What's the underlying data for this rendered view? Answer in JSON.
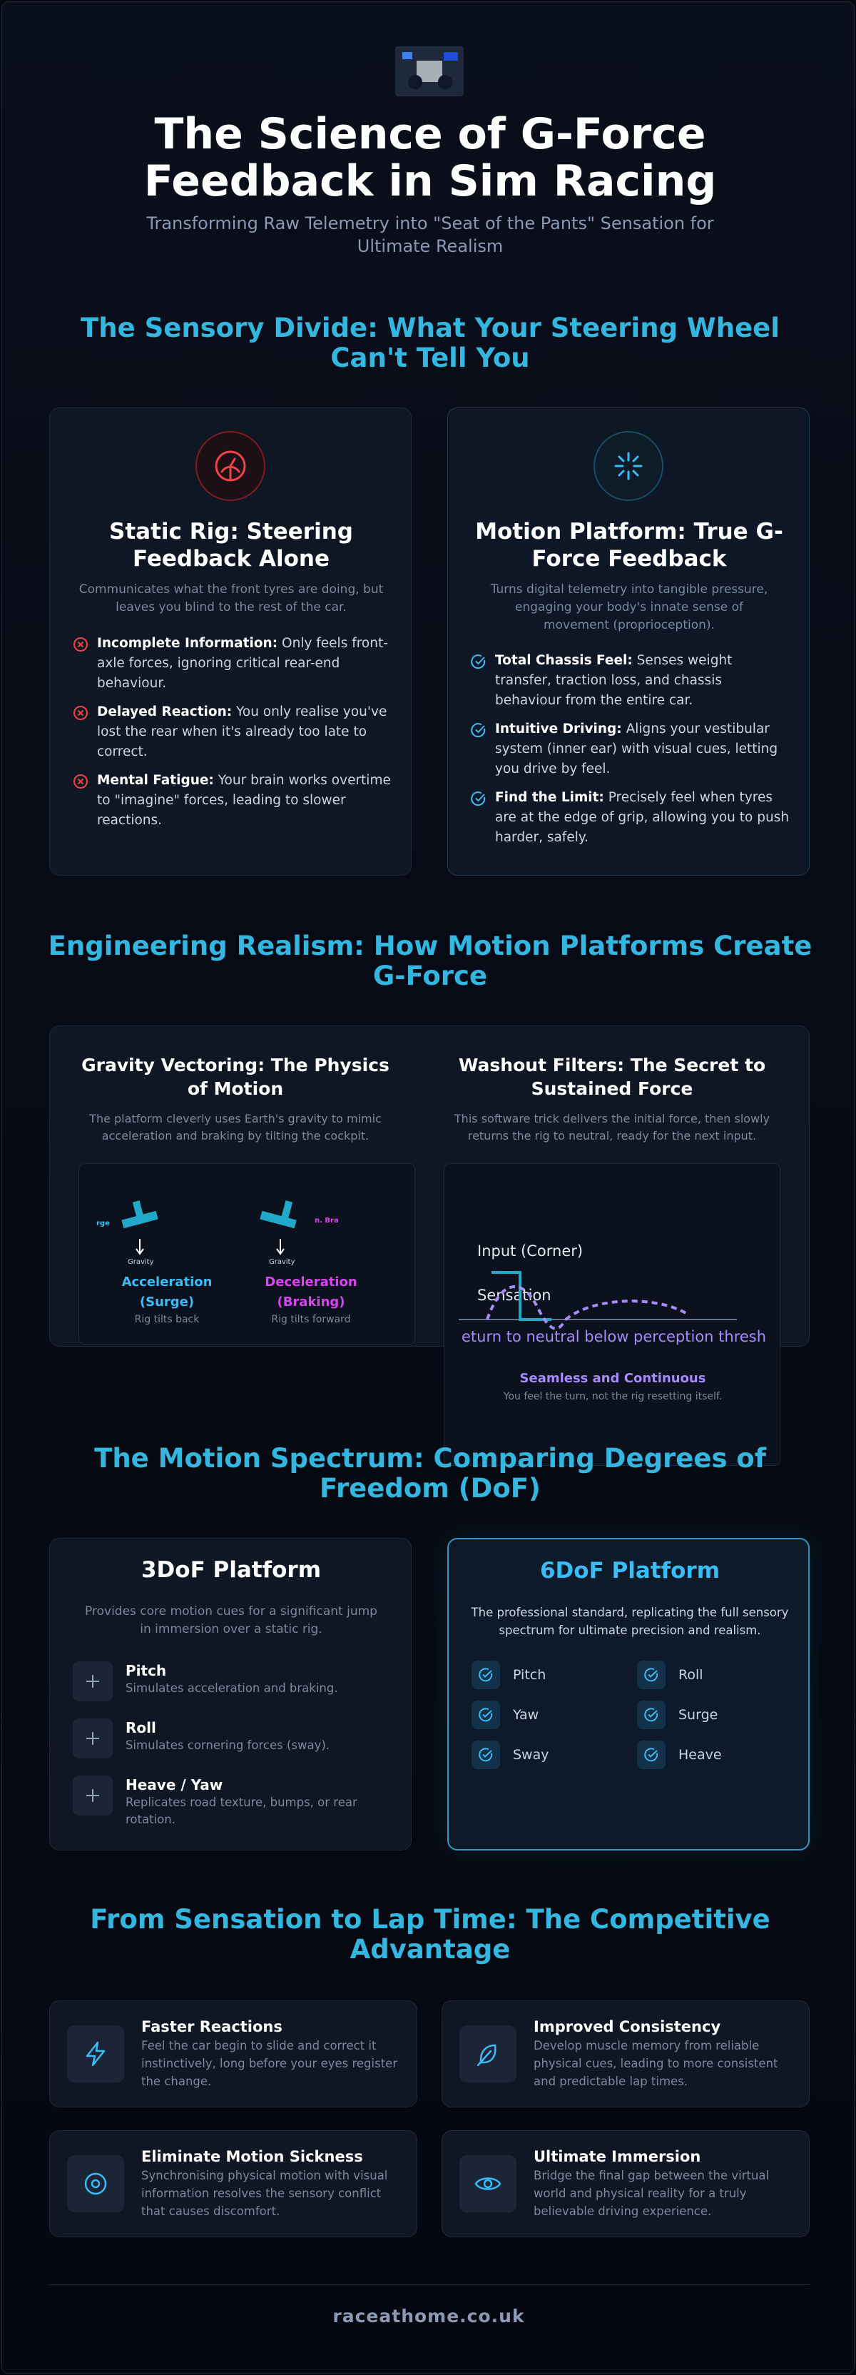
{
  "header": {
    "title": "The Science of G-Force Feedback in Sim Racing",
    "subtitle": "Transforming Raw Telemetry into \"Seat of the Pants\" Sensation for Ultimate Realism"
  },
  "sensory": {
    "title": "The Sensory Divide: What Your Steering Wheel Can't Tell You",
    "static": {
      "title": "Static Rig: Steering Feedback Alone",
      "desc": "Communicates what the front tyres are doing, but leaves you blind to the rest of the car.",
      "bullets": [
        {
          "label": "Incomplete Information:",
          "text": " Only feels front-axle forces, ignoring critical rear-end behaviour."
        },
        {
          "label": "Delayed Reaction:",
          "text": " You only realise you've lost the rear when it's already too late to correct."
        },
        {
          "label": "Mental Fatigue:",
          "text": " Your brain works overtime to \"imagine\" forces, leading to slower reactions."
        }
      ]
    },
    "motion": {
      "title": "Motion Platform: True G-Force Feedback",
      "desc": "Turns digital telemetry into tangible pressure, engaging your body's innate sense of movement (proprioception).",
      "bullets": [
        {
          "label": "Total Chassis Feel:",
          "text": " Senses weight transfer, traction loss, and chassis behaviour from the entire car."
        },
        {
          "label": "Intuitive Driving:",
          "text": " Aligns your vestibular system (inner ear) with visual cues, letting you drive by feel."
        },
        {
          "label": "Find the Limit:",
          "text": " Precisely feel when tyres are at the edge of grip, allowing you to push harder, safely."
        }
      ]
    }
  },
  "engineering": {
    "title": "Engineering Realism: How Motion Platforms Create G-Force",
    "gravity": {
      "title": "Gravity Vectoring: The Physics of Motion",
      "desc": "The platform cleverly uses Earth's gravity to mimic acceleration and braking by tilting the cockpit.",
      "left_force": "rge",
      "right_force": "n. Bra",
      "gravity_label": "Gravity",
      "accel_label": "Acceleration (Surge)",
      "accel_sub": "Rig tilts back",
      "decel_label": "Deceleration (Braking)",
      "decel_sub": "Rig tilts forward"
    },
    "washout": {
      "title": "Washout Filters: The Secret to Sustained Force",
      "desc": "This software trick delivers the initial force, then slowly returns the rig to neutral, ready for the next input.",
      "input_label": "Input (Corner)",
      "sensation_label": "Sensation",
      "return_label": "eturn to neutral below perception thresh",
      "caption_title": "Seamless and Continuous",
      "caption_sub": "You feel the turn, not the rig resetting itself."
    }
  },
  "spectrum": {
    "title": "The Motion Spectrum: Comparing Degrees of Freedom (DoF)",
    "three": {
      "title": "3DoF Platform",
      "desc": "Provides core motion cues for a significant jump in immersion over a static rig.",
      "items": [
        {
          "name": "Pitch",
          "desc": "Simulates acceleration and braking."
        },
        {
          "name": "Roll",
          "desc": "Simulates cornering forces (sway)."
        },
        {
          "name": "Heave / Yaw",
          "desc": "Replicates road texture, bumps, or rear rotation."
        }
      ]
    },
    "six": {
      "title": "6DoF Platform",
      "desc": "The professional standard, replicating the full sensory spectrum for ultimate precision and realism.",
      "items": [
        "Pitch",
        "Roll",
        "Yaw",
        "Surge",
        "Sway",
        "Heave"
      ]
    }
  },
  "advantage": {
    "title": "From Sensation to Lap Time: The Competitive Advantage",
    "items": [
      {
        "icon": "lightning-icon",
        "title": "Faster Reactions",
        "desc": "Feel the car begin to slide and correct it instinctively, long before your eyes register the change."
      },
      {
        "icon": "feather-icon",
        "title": "Improved Consistency",
        "desc": "Develop muscle memory from reliable physical cues, leading to more consistent and predictable lap times."
      },
      {
        "icon": "target-icon",
        "title": "Eliminate Motion Sickness",
        "desc": "Synchronising physical motion with visual information resolves the sensory conflict that causes discomfort."
      },
      {
        "icon": "eye-icon",
        "title": "Ultimate Immersion",
        "desc": "Bridge the final gap between the virtual world and physical reality for a truly believable driving experience."
      }
    ]
  },
  "footer": {
    "site": "raceathome.co.uk"
  },
  "colors": {
    "accent": "#33b6e0",
    "red": "#ef4444",
    "purple": "#a855f7",
    "magenta": "#d946ef"
  }
}
